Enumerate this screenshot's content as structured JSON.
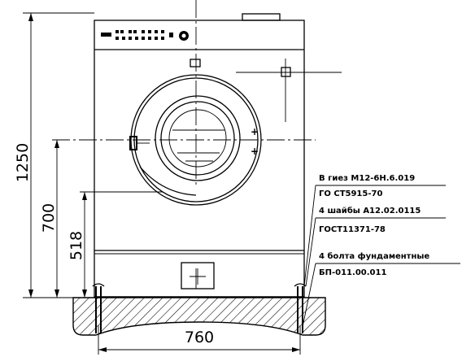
{
  "dimensions": {
    "height_total": "1250",
    "height_axis": "700",
    "height_base": "518",
    "width_base": "760"
  },
  "notes": [
    {
      "line1": "В гиез М12-6Н.6.019",
      "line2": "ГО СТ5915-70"
    },
    {
      "line1": "4 шайбы А12.02.0115",
      "line2": "ГОСТ11371-78"
    },
    {
      "line1": "4 болта фундаментные",
      "line2": "БП-011.00.011"
    }
  ]
}
